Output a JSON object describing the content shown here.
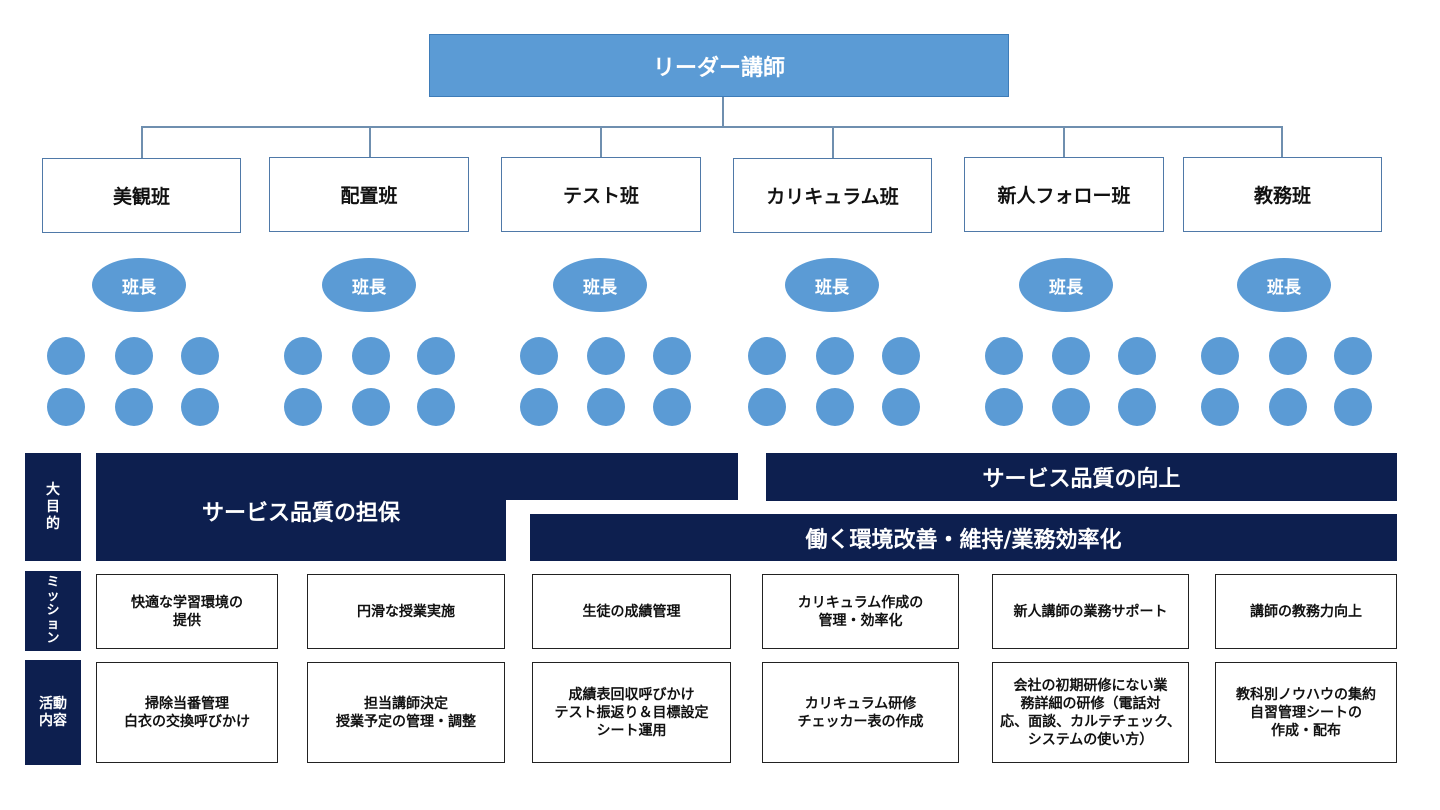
{
  "leader": "リーダー講師",
  "teams": [
    "美観班",
    "配置班",
    "テスト班",
    "カリキュラム班",
    "新人フォロー班",
    "教務班"
  ],
  "chief_label": "班長",
  "row_labels": {
    "purpose": "大\n目\n的",
    "mission": "ミ\nッ\nシ\nョ\nン",
    "activity": "活動\n内容"
  },
  "purposes": {
    "assurance": "サービス品質の担保",
    "improvement": "サービス品質の向上",
    "environment": "働く環境改善・維持/業務効率化"
  },
  "missions": [
    "快適な学習環境の\n提供",
    "円滑な授業実施",
    "生徒の成績管理",
    "カリキュラム作成の\n管理・効率化",
    "新人講師の業務サポート",
    "講師の教務力向上"
  ],
  "activities": [
    "掃除当番管理\n白衣の交換呼びかけ",
    "担当講師決定\n授業予定の管理・調整",
    "成績表回収呼びかけ\nテスト振返り＆目標設定\nシート運用",
    "カリキュラム研修\nチェッカー表の作成",
    "会社の初期研修にない業\n務詳細の研修（電話対\n応、面談、カルテチェック、\nシステムの使い方）",
    "教科別ノウハウの集約\n自習管理シートの\n作成・配布"
  ],
  "colors": {
    "blue": "#5b9bd5",
    "navy": "#0d1f4f",
    "line": "#6f8faf"
  }
}
